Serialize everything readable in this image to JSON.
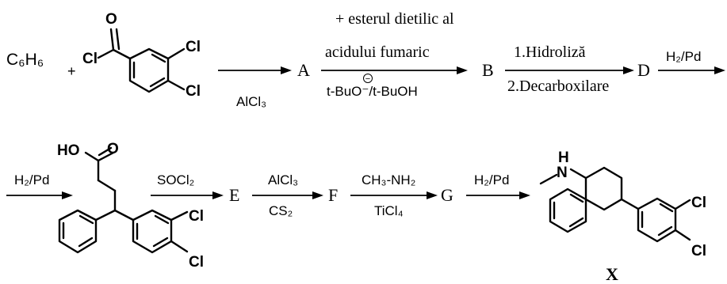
{
  "row1": {
    "benzene": "C₆H₆",
    "plus": "+",
    "acyl_chloride": {
      "cl_acyl": "Cl",
      "o": "O",
      "cl_meta": "Cl",
      "cl_para": "Cl"
    },
    "step1": {
      "below": "AlCl₃"
    },
    "A": "A",
    "step2": {
      "above_line1": "+ esterul dietilic al",
      "above_line2": "acidului fumaric",
      "below": "t-BuO⁻/t-BuOH",
      "minus_circle": "−"
    },
    "B": "B",
    "step3": {
      "above": "1.Hidroliză",
      "below": "2.Decarboxilare"
    },
    "D": "D",
    "step4": {
      "above": "H₂/Pd"
    }
  },
  "row2": {
    "step5": {
      "above": "H₂/Pd"
    },
    "acid": {
      "ho": "HO",
      "o": "O",
      "cl_meta": "Cl",
      "cl_para": "Cl"
    },
    "step6": {
      "above": "SOCl₂"
    },
    "E": "E",
    "step7": {
      "above": "AlCl₃",
      "below": "CS₂"
    },
    "F": "F",
    "step8": {
      "above": "CH₃-NH₂",
      "below": "TiCl₄"
    },
    "G": "G",
    "step9": {
      "above": "H₂/Pd"
    },
    "product": {
      "h": "H",
      "n": "N",
      "cl_meta": "Cl",
      "cl_para": "Cl",
      "label": "X"
    }
  }
}
